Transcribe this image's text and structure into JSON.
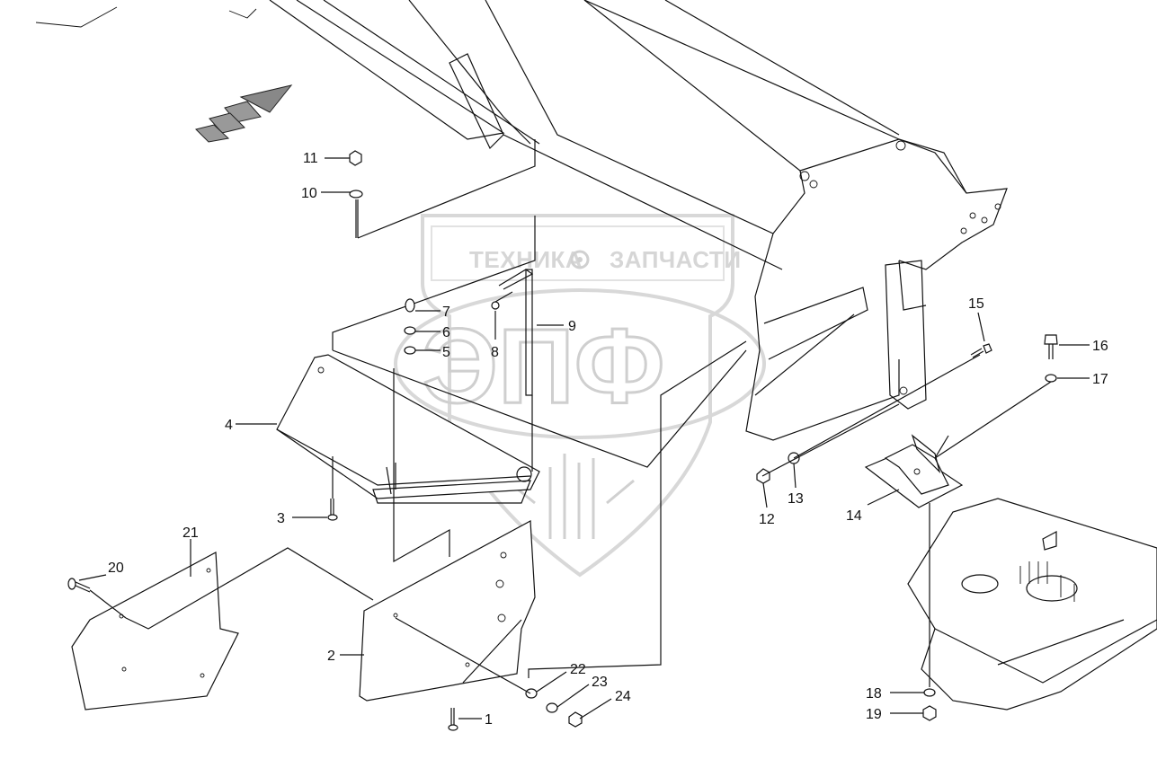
{
  "watermark": {
    "left_word": "ТЕХНИКА",
    "right_word": "ЗАПЧАСТИ",
    "logo_letters": "ЭПФ",
    "colors": {
      "watermark": "#d0d0d0",
      "line": "#111111"
    }
  },
  "callouts": [
    {
      "id": "c1",
      "label": "1"
    },
    {
      "id": "c2",
      "label": "2"
    },
    {
      "id": "c3",
      "label": "3"
    },
    {
      "id": "c4",
      "label": "4"
    },
    {
      "id": "c5",
      "label": "5"
    },
    {
      "id": "c6",
      "label": "6"
    },
    {
      "id": "c7",
      "label": "7"
    },
    {
      "id": "c8",
      "label": "8"
    },
    {
      "id": "c9",
      "label": "9"
    },
    {
      "id": "c10",
      "label": "10"
    },
    {
      "id": "c11",
      "label": "11"
    },
    {
      "id": "c12",
      "label": "12"
    },
    {
      "id": "c13",
      "label": "13"
    },
    {
      "id": "c14",
      "label": "14"
    },
    {
      "id": "c15",
      "label": "15"
    },
    {
      "id": "c16",
      "label": "16"
    },
    {
      "id": "c17",
      "label": "17"
    },
    {
      "id": "c18",
      "label": "18"
    },
    {
      "id": "c19",
      "label": "19"
    },
    {
      "id": "c20",
      "label": "20"
    },
    {
      "id": "c21",
      "label": "21"
    },
    {
      "id": "c22",
      "label": "22"
    },
    {
      "id": "c23",
      "label": "23"
    },
    {
      "id": "c24",
      "label": "24"
    }
  ]
}
